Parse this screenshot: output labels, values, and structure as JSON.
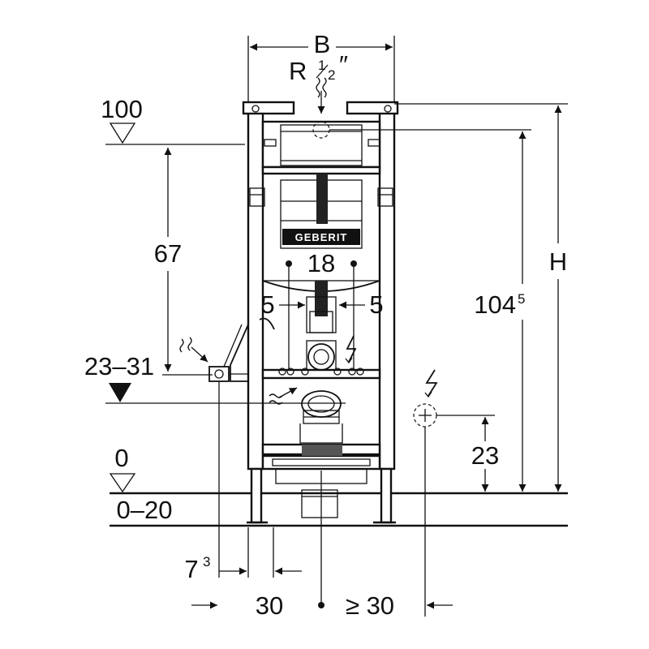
{
  "brand": {
    "logo": "GEBERIT"
  },
  "labels": {
    "width": "B",
    "water_connection": "R",
    "water_connection_fraction_num": "1",
    "water_connection_fraction_den": "2",
    "water_connection_inch": "″",
    "height": "H",
    "level_100": "100",
    "dim_67": "67",
    "dim_23_31": "23–31",
    "level_0": "0",
    "dim_0_20": "0–20",
    "dim_18": "18",
    "dim_5_left": "5",
    "dim_5_right": "5",
    "dim_104_main": "104",
    "dim_104_sup": "5",
    "dim_23": "23",
    "dim_7_main": "7",
    "dim_7_sup": "3",
    "dim_30": "30",
    "dim_ge_30": "≥ 30"
  },
  "symbols": [
    "level-marker-icon",
    "water-supply-icon",
    "electric-icon",
    "drain-icon",
    "socket-icon"
  ]
}
